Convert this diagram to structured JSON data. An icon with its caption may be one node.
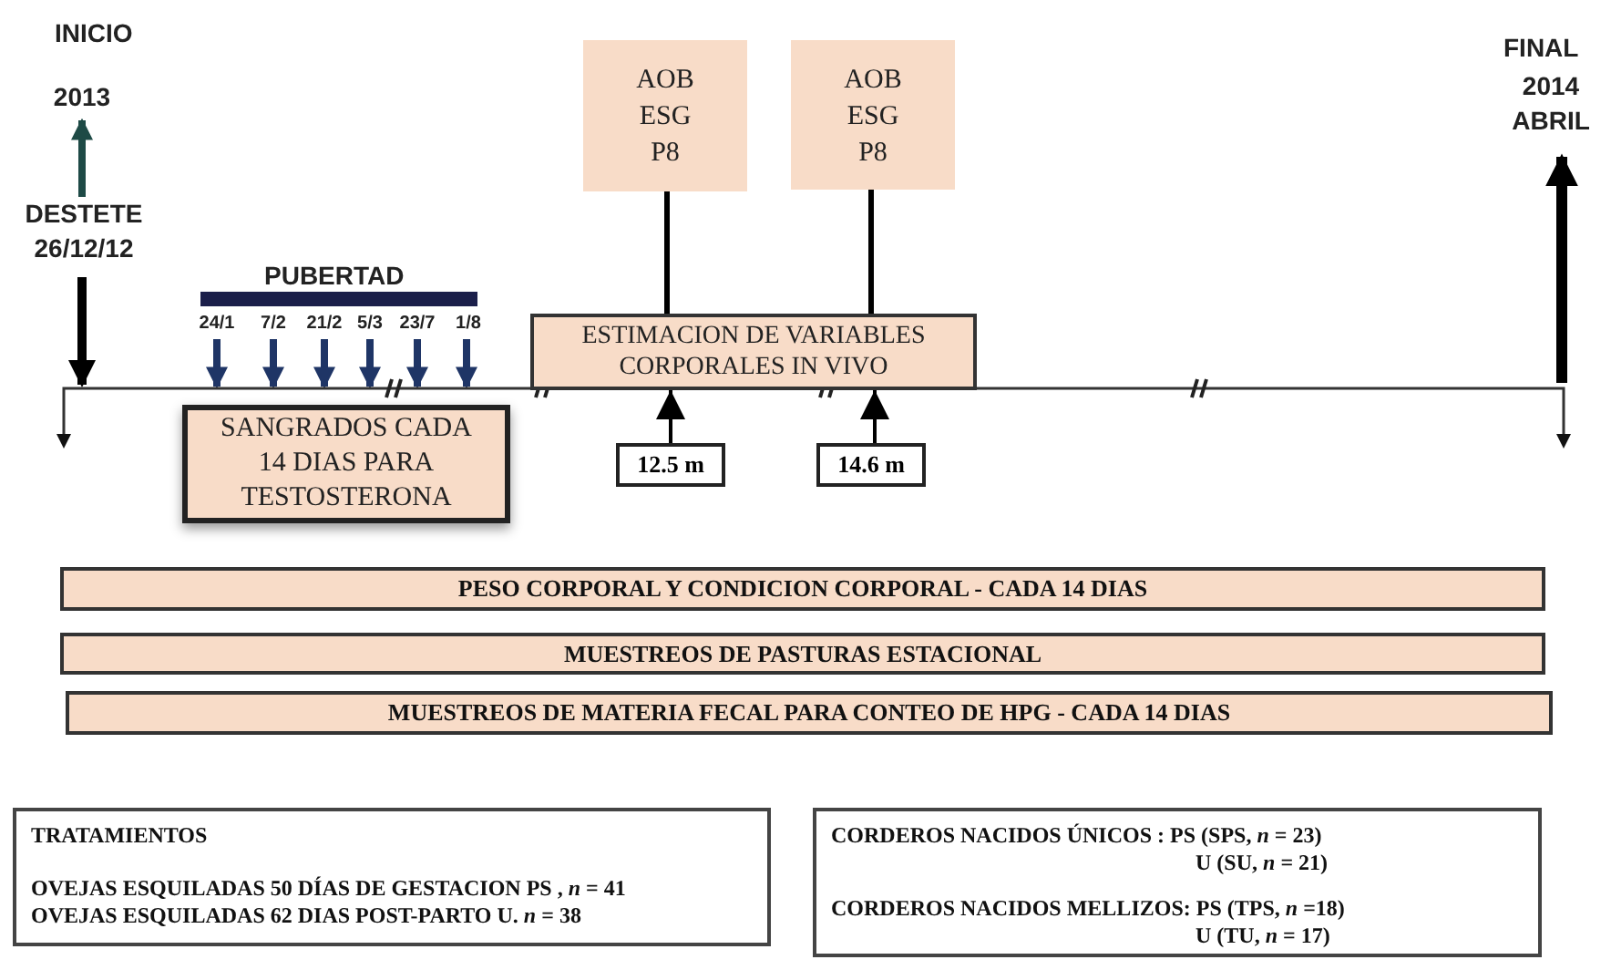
{
  "diagram": {
    "nodes": [
      {
        "text": [
          "AOB ESG P8"
        ]
      },
      {
        "text": [
          "AOB ESG P8"
        ]
      },
      {
        "text": [
          "2013"
        ]
      },
      {
        "text": [
          "2014 ABRIL"
        ]
      },
      {
        "text": [
          "DESTETE",
          "26/12/12"
        ]
      },
      {
        "text": [
          "24/1"
        ]
      },
      {
        "text": [
          "7/2"
        ]
      },
      {
        "text": [
          "21/2"
        ]
      },
      {
        "text": [
          "5/3"
        ]
      },
      {
        "text": [
          "23/7"
        ]
      },
      {
        "text": [
          "1/8"
        ]
      },
      {
        "text": [
          "ESTIMACION DE VARIABLES CORPORALES IN VIVO"
        ]
      },
      {
        "text": [
          "SANGRADOS CADA 14 DIAS PARA TESTOSTERONA"
        ]
      },
      {
        "text": [
          "12.5 m"
        ]
      },
      {
        "text": [
          "14.6 m"
        ]
      },
      {
        "text": [
          "PESO CORPORAL Y CONDICION CORPORAL - CADA 14 DIAS"
        ]
      },
      {
        "text": [
          "MUESTREOS DE PASTURAS ESTACIONAL"
        ]
      },
      {
        "text": [
          "MUESTREOS DE MATERIA FECAL PARA CONTEO DE HPG - CADA 14 DIAS"
        ]
      },
      {
        "text": [
          "TRATAMIENTOS",
          "OVEJAS ESQUILADAS 50 DÍAS DE GESTACION PS , *n* = 41",
          "OVEJAS ESQUILADAS 62 DIAS POST-PARTO U. *n* = 38"
        ]
      },
      {
        "text": [
          "CORDEROS NACIDOS ÚNICOS : PS (SPS, *n* = 23)",
          "U (SU, *n* = 21)",
          "CORDEROS NACIDOS MELLIZOS: PS (TPS, *n* =18)",
          "U (TU, *n* = 17)"
        ]
      }
    ],
    "edges": [
      {
        "from": 4,
        "to": 2,
        "arrow": "to",
        "color": "#1e4a46"
      },
      {
        "from": 4,
        "to": null,
        "arrow": "to",
        "color": "#000000"
      },
      {
        "from": null,
        "to": 3,
        "arrow": "to",
        "color": "#000000"
      },
      {
        "from": 5,
        "to": null,
        "arrow": "to",
        "color": "#1f3566"
      },
      {
        "from": 6,
        "to": null,
        "arrow": "to",
        "color": "#1f3566"
      },
      {
        "from": 7,
        "to": null,
        "arrow": "to",
        "color": "#1f3566"
      },
      {
        "from": 8,
        "to": null,
        "arrow": "to",
        "color": "#1f3566"
      },
      {
        "from": 9,
        "to": null,
        "arrow": "to",
        "color": "#1f3566"
      },
      {
        "from": 10,
        "to": null,
        "arrow": "to",
        "color": "#1f3566"
      },
      {
        "from": 0,
        "to": 11,
        "arrow": "none",
        "color": "#000000"
      },
      {
        "from": 1,
        "to": 11,
        "arrow": "none",
        "color": "#000000"
      },
      {
        "from": 13,
        "to": 11,
        "arrow": "to",
        "color": "#000000"
      },
      {
        "from": 14,
        "to": 11,
        "arrow": "to",
        "color": "#000000"
      }
    ],
    "labels": [
      "INICIO",
      "FINAL",
      "PUBERTAD"
    ]
  }
}
